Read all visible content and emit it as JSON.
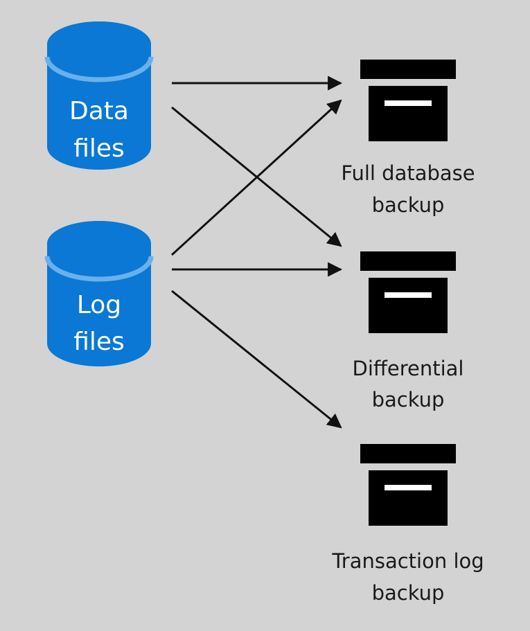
{
  "colors": {
    "background": "#d3d3d3",
    "database_fill": "#0a78d4",
    "database_rim": "#6ab0ea",
    "archive_box": "#000000",
    "arrow": "#111111",
    "text_dark": "#1a1a1a",
    "text_light": "#ffffff"
  },
  "sources": [
    {
      "icon": "database-cylinder-icon",
      "line1": "Data",
      "line2": "files"
    },
    {
      "icon": "database-cylinder-icon",
      "line1": "Log",
      "line2": "files"
    }
  ],
  "targets": [
    {
      "icon": "archive-box-icon",
      "line1": "Full database",
      "line2": "backup"
    },
    {
      "icon": "archive-box-icon",
      "line1": "Differential",
      "line2": "backup"
    },
    {
      "icon": "archive-box-icon",
      "line1": "Transaction log",
      "line2": "backup"
    }
  ],
  "connections": [
    {
      "from": "Data files",
      "to": "Full database backup"
    },
    {
      "from": "Data files",
      "to": "Differential backup"
    },
    {
      "from": "Log files",
      "to": "Full database backup"
    },
    {
      "from": "Log files",
      "to": "Differential backup"
    },
    {
      "from": "Log files",
      "to": "Transaction log backup"
    }
  ]
}
